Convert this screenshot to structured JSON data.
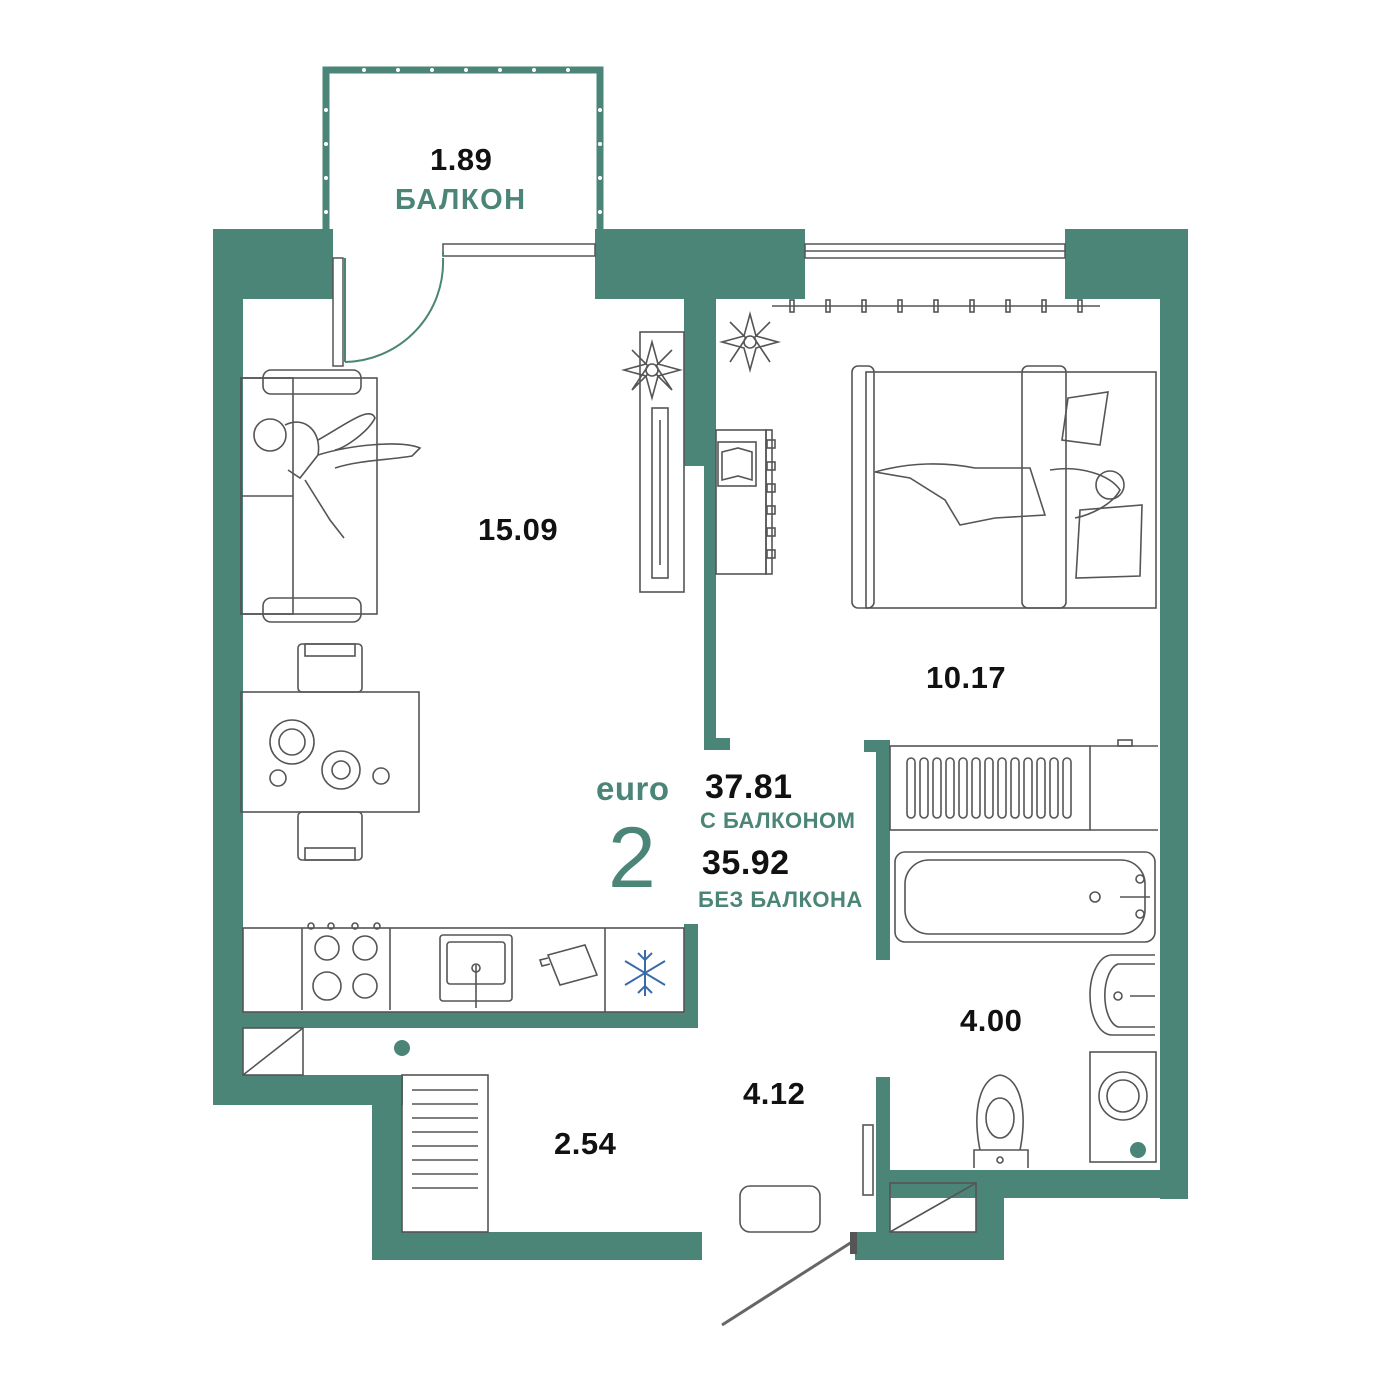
{
  "colors": {
    "wall": "#4b8577",
    "accent": "#4b8577",
    "line": "#555555",
    "text": "#111111",
    "background": "#ffffff"
  },
  "plan": {
    "type": "euro",
    "rooms": "2",
    "total_with_balcony": "37.81",
    "caption_with_balcony": "С БАЛКОНОМ",
    "total_without_balcony": "35.92",
    "caption_without_balcony": "БЕЗ БАЛКОНА"
  },
  "balcony": {
    "area": "1.89",
    "name": "БАЛКОН"
  },
  "rooms": [
    {
      "id": "kitchen-living",
      "area": "15.09"
    },
    {
      "id": "bedroom",
      "area": "10.17"
    },
    {
      "id": "bathroom",
      "area": "4.00"
    },
    {
      "id": "hallway",
      "area": "4.12"
    },
    {
      "id": "storage",
      "area": "2.54"
    }
  ],
  "icons": [
    "plant-icon",
    "sofa-icon",
    "person-icon",
    "tv-icon",
    "bed-icon",
    "desk-icon",
    "dining-table-icon",
    "chair-icon",
    "stove-icon",
    "sink-icon",
    "cutting-board-icon",
    "snowflake-icon",
    "bathtub-icon",
    "washbasin-icon",
    "washing-machine-icon",
    "toilet-icon",
    "radiator-icon",
    "wardrobe-icon",
    "ottoman-icon",
    "door-icon"
  ]
}
